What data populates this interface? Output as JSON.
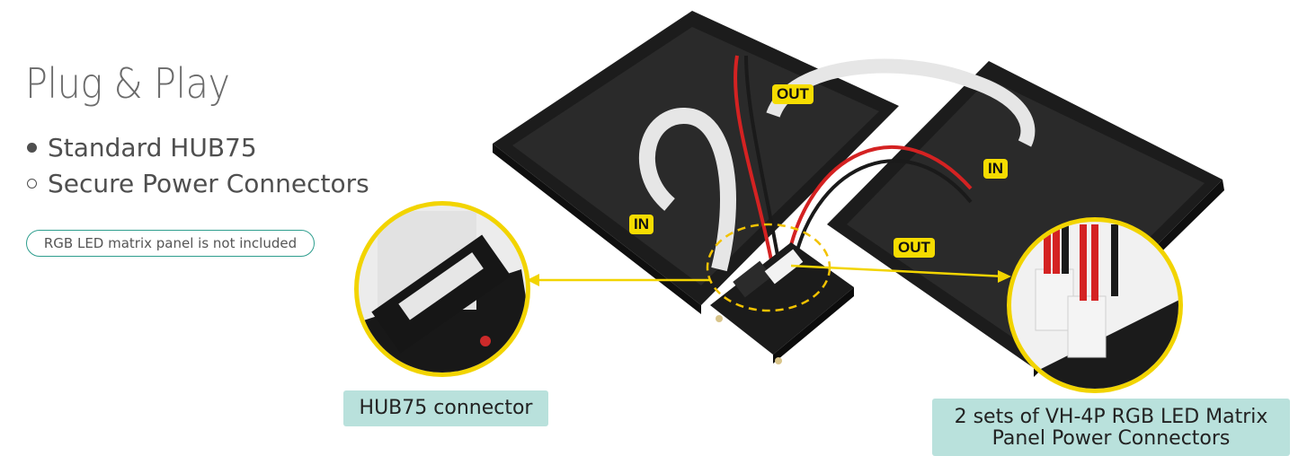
{
  "heading": {
    "title": "Plug & Play"
  },
  "features": [
    {
      "label": "Standard HUB75",
      "bullet": "filled"
    },
    {
      "label": "Secure Power Connectors",
      "bullet": "open"
    }
  ],
  "notice": {
    "label": "RGB LED matrix panel is not included"
  },
  "photo": {
    "tags": {
      "out_top": "OUT",
      "in_right": "IN",
      "in_left": "IN",
      "out_bottom": "OUT"
    }
  },
  "callouts": {
    "hub75": "HUB75 connector",
    "power_line1": "2 sets of VH-4P RGB LED Matrix",
    "power_line2": "Panel Power Connectors"
  },
  "colors": {
    "accent_yellow": "#f5dc00",
    "callout_bg": "#b9e1dc",
    "notice_border": "#2e9e8e"
  }
}
